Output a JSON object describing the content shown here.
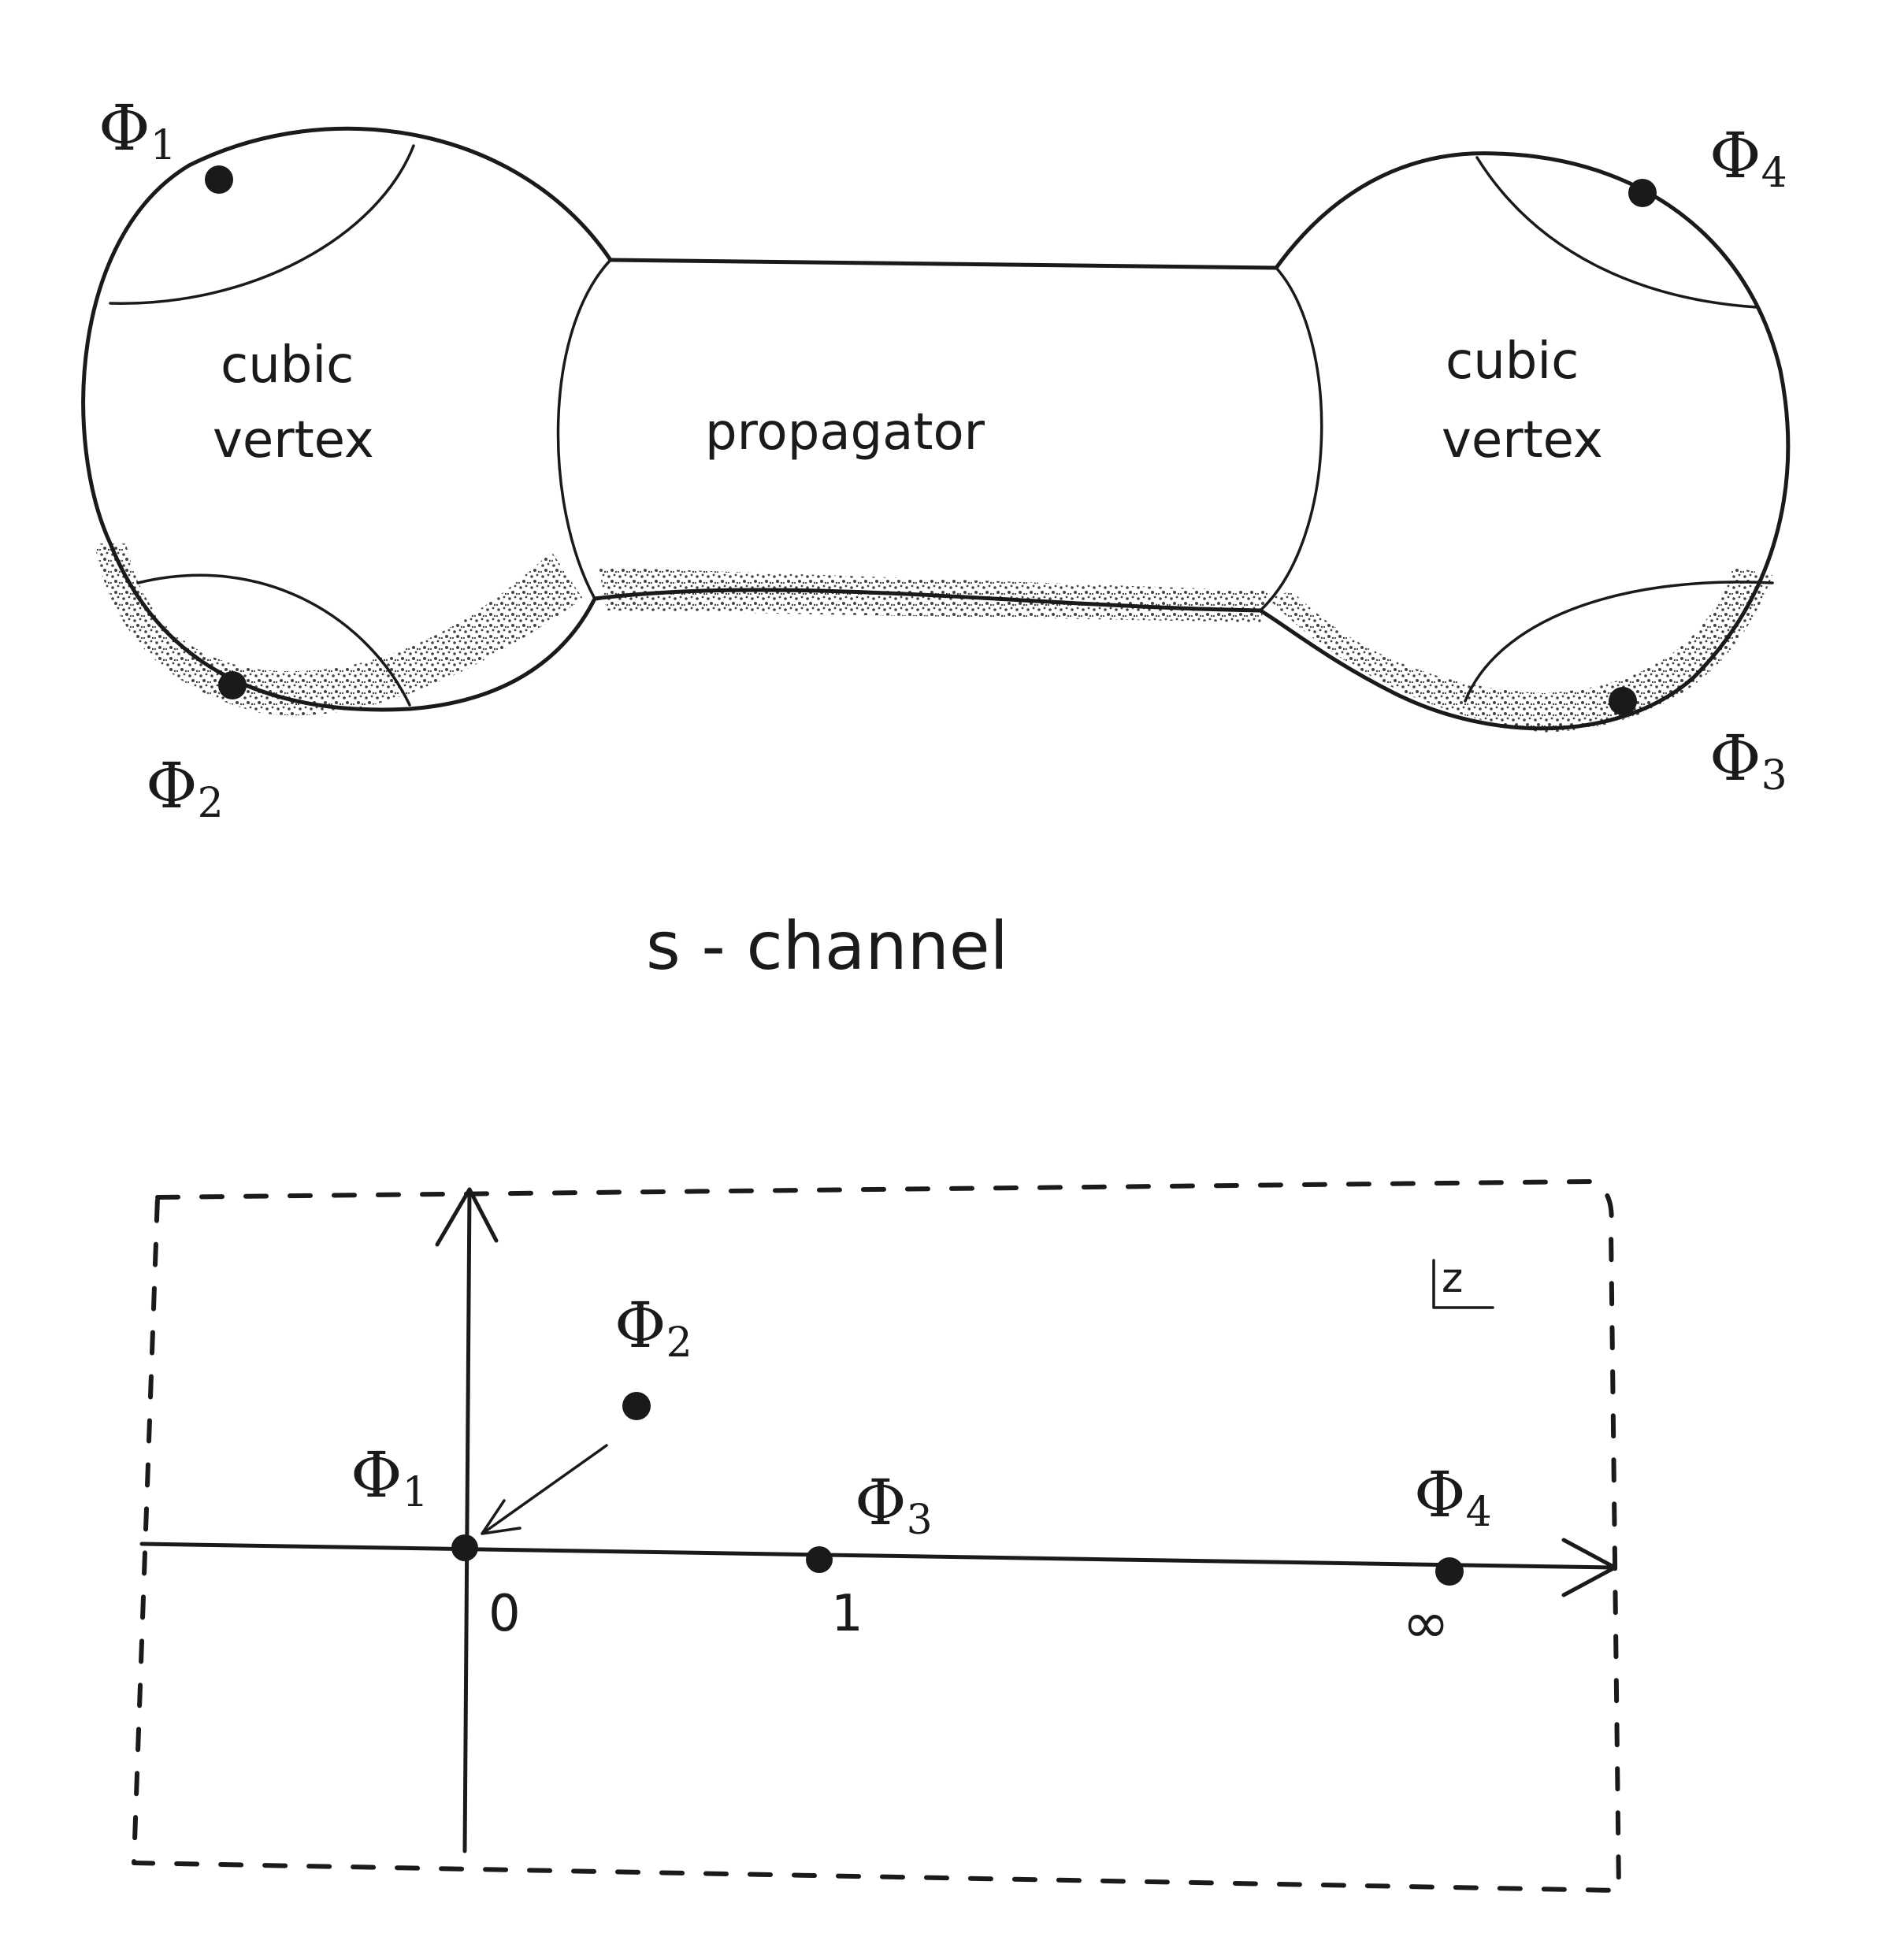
{
  "worldsheet": {
    "left_vertex_label": [
      "cubic",
      "vertex"
    ],
    "right_vertex_label": [
      "cubic",
      "vertex"
    ],
    "propagator_label": "propagator",
    "caption": "s - channel",
    "operators": [
      {
        "symbol": "Φ",
        "index": "1"
      },
      {
        "symbol": "Φ",
        "index": "2"
      },
      {
        "symbol": "Φ",
        "index": "3"
      },
      {
        "symbol": "Φ",
        "index": "4"
      }
    ]
  },
  "plane": {
    "corner_label": "z",
    "points": [
      {
        "symbol": "Φ",
        "index": "1",
        "tick": "0"
      },
      {
        "symbol": "Φ",
        "index": "2",
        "tick": ""
      },
      {
        "symbol": "Φ",
        "index": "3",
        "tick": "1"
      },
      {
        "symbol": "Φ",
        "index": "4",
        "tick": "∞"
      }
    ]
  }
}
